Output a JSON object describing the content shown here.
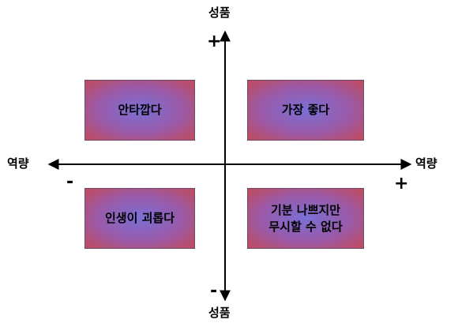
{
  "axes": {
    "vertical_label_top": "성품",
    "vertical_label_bottom": "성품",
    "horizontal_label_left": "역량",
    "horizontal_label_right": "역량",
    "plus_top": "+",
    "minus_bottom": "-",
    "minus_left": "-",
    "plus_right": "+"
  },
  "quadrants": {
    "top_left": "안타깝다",
    "top_right": "가장 좋다",
    "bottom_left": "인생이 괴롭다",
    "bottom_right_line1": "기분 나쁘지만",
    "bottom_right_line2": "무시할 수 없다"
  }
}
